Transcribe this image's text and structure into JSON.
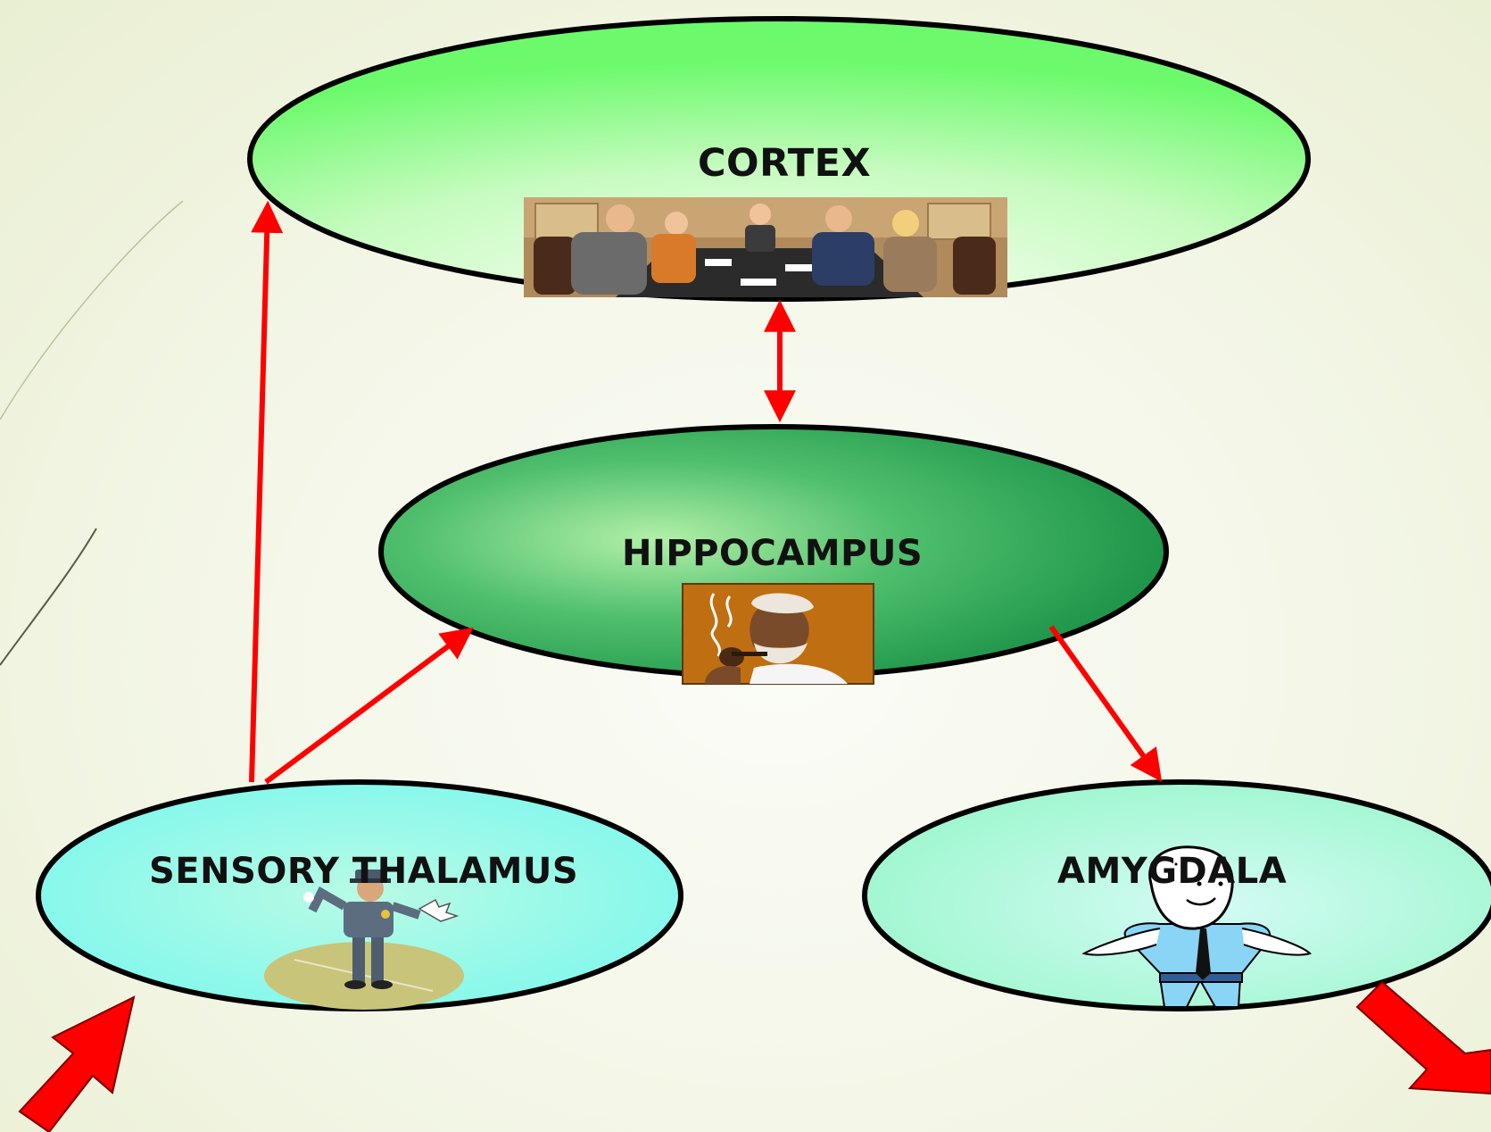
{
  "nodes": {
    "cortex": {
      "label": "CORTEX",
      "illustration": "meeting-illustration"
    },
    "hippocampus": {
      "label": "HIPPOCAMPUS",
      "illustration": "old-man-with-pipe-illustration"
    },
    "thalamus": {
      "label": "SENSORY THALAMUS",
      "illustration": "traffic-officer-illustration"
    },
    "amygdala": {
      "label": "AMYGDALA",
      "illustration": "security-guard-illustration"
    }
  },
  "colors": {
    "arrow": "#ff0000",
    "cortex_fill": "#6dfb6d",
    "hippocampus_fill": "#1e9a4c",
    "thalamus_fill": "#7ff9ee",
    "amygdala_fill": "#9ff7ce"
  }
}
